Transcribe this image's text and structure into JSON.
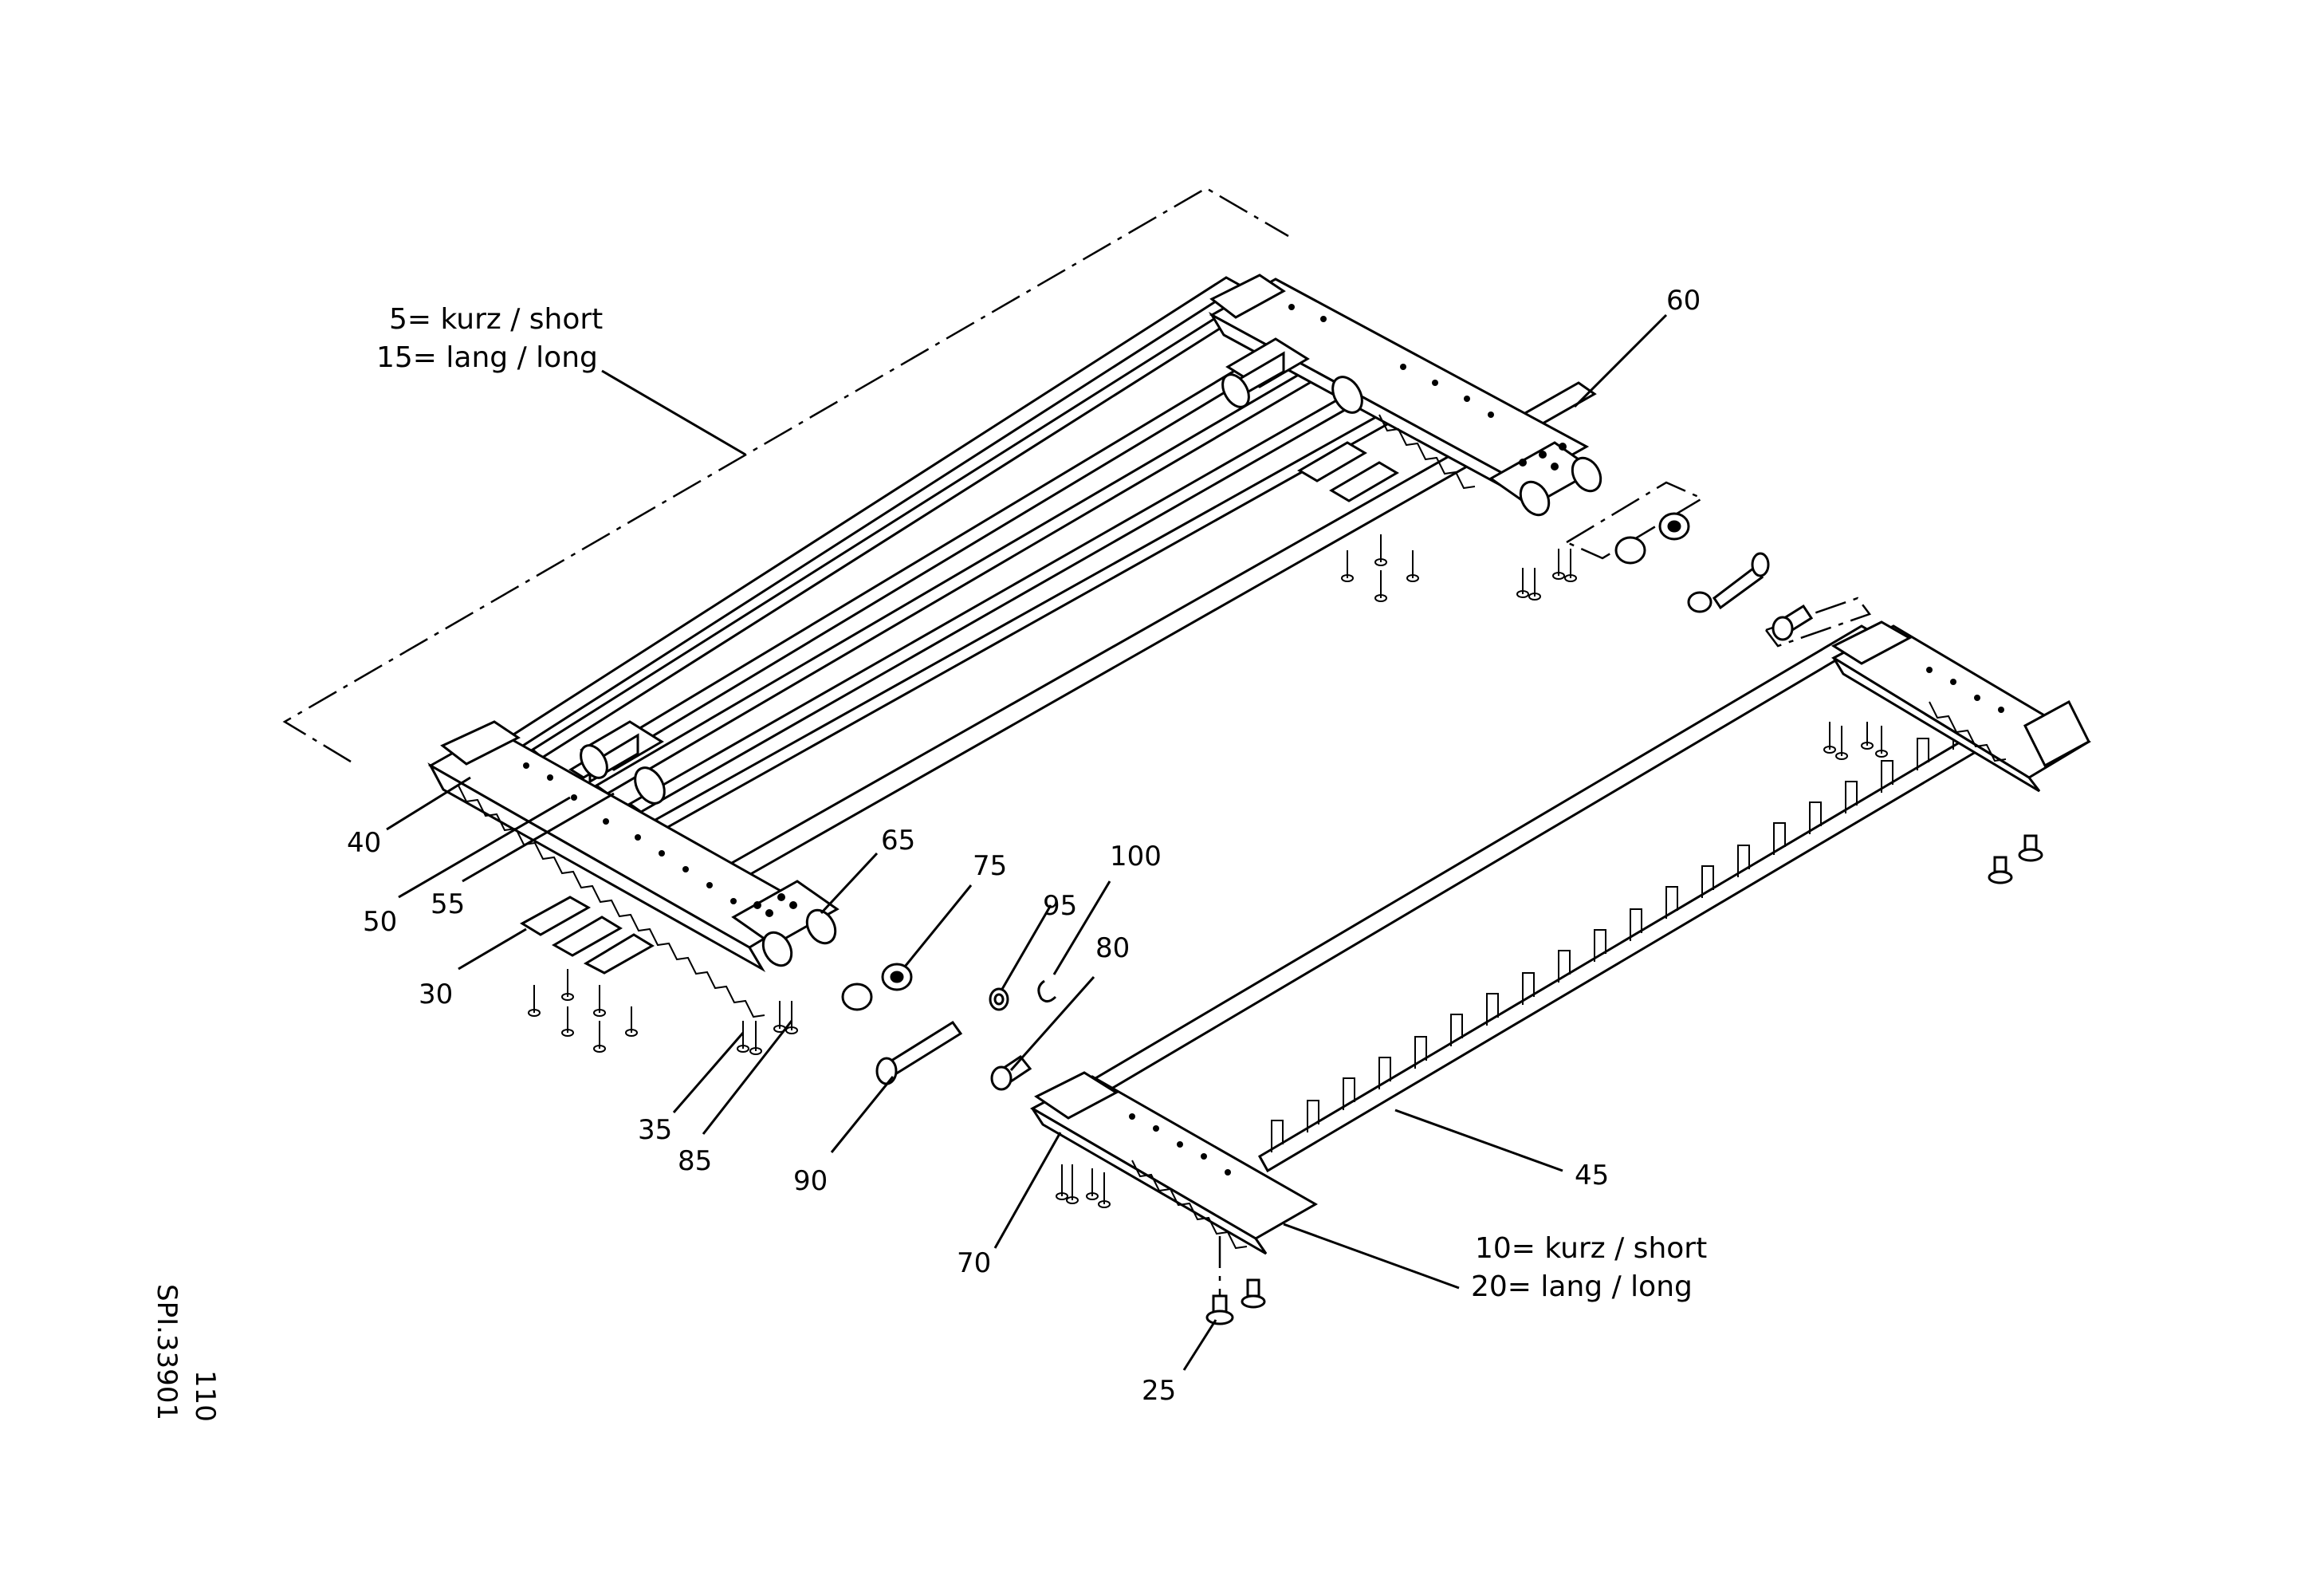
{
  "notes": {
    "upper_line1": "5= kurz / short",
    "upper_line2": "15= lang / long",
    "lower_line1": "10= kurz / short",
    "lower_line2": "20= lang / long"
  },
  "drawing_number": "SPI.33901",
  "page_number": "110",
  "callouts": [
    "60",
    "40",
    "50",
    "55",
    "30",
    "65",
    "75",
    "95",
    "100",
    "80",
    "35",
    "85",
    "90",
    "45",
    "70",
    "25"
  ]
}
